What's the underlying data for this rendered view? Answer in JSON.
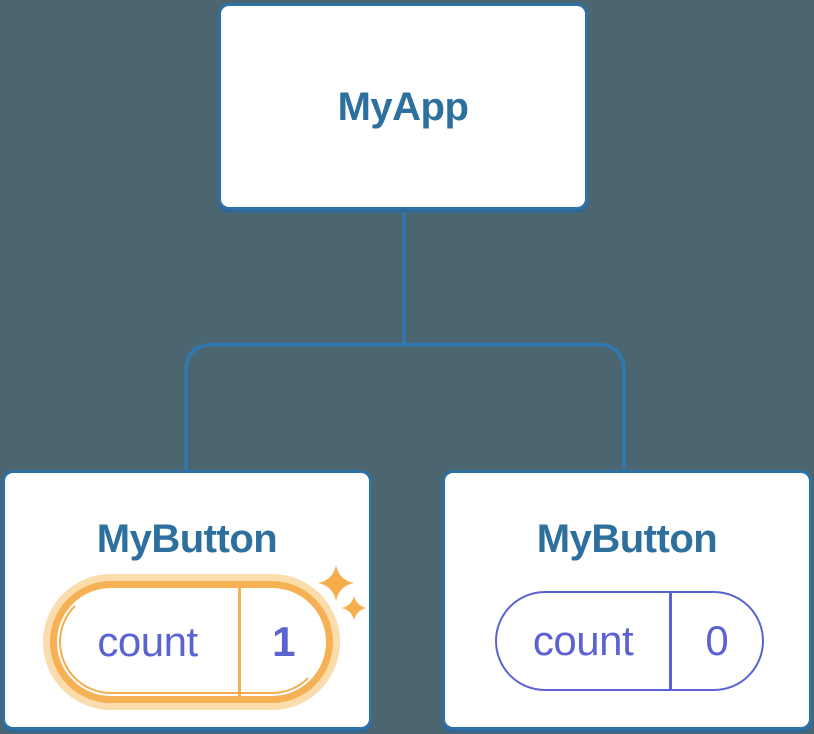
{
  "diagram": {
    "description": "React component tree with state",
    "root": {
      "label": "MyApp"
    },
    "children": [
      {
        "label": "MyButton",
        "state": {
          "key": "count",
          "value": "1"
        },
        "highlighted": true
      },
      {
        "label": "MyButton",
        "state": {
          "key": "count",
          "value": "0"
        },
        "highlighted": false
      }
    ],
    "colors": {
      "background": "#4C6671",
      "card_background": "#FFFFFF",
      "card_border": "#2E72A5",
      "connector_line": "#2E79B2",
      "node_label_text": "#2D6F9D",
      "state_purple": "#5B63D3",
      "highlight_orange": "#F7B155",
      "highlight_halo": "#FBDCAD",
      "sparkle_orange": "#F7AD4B"
    }
  }
}
